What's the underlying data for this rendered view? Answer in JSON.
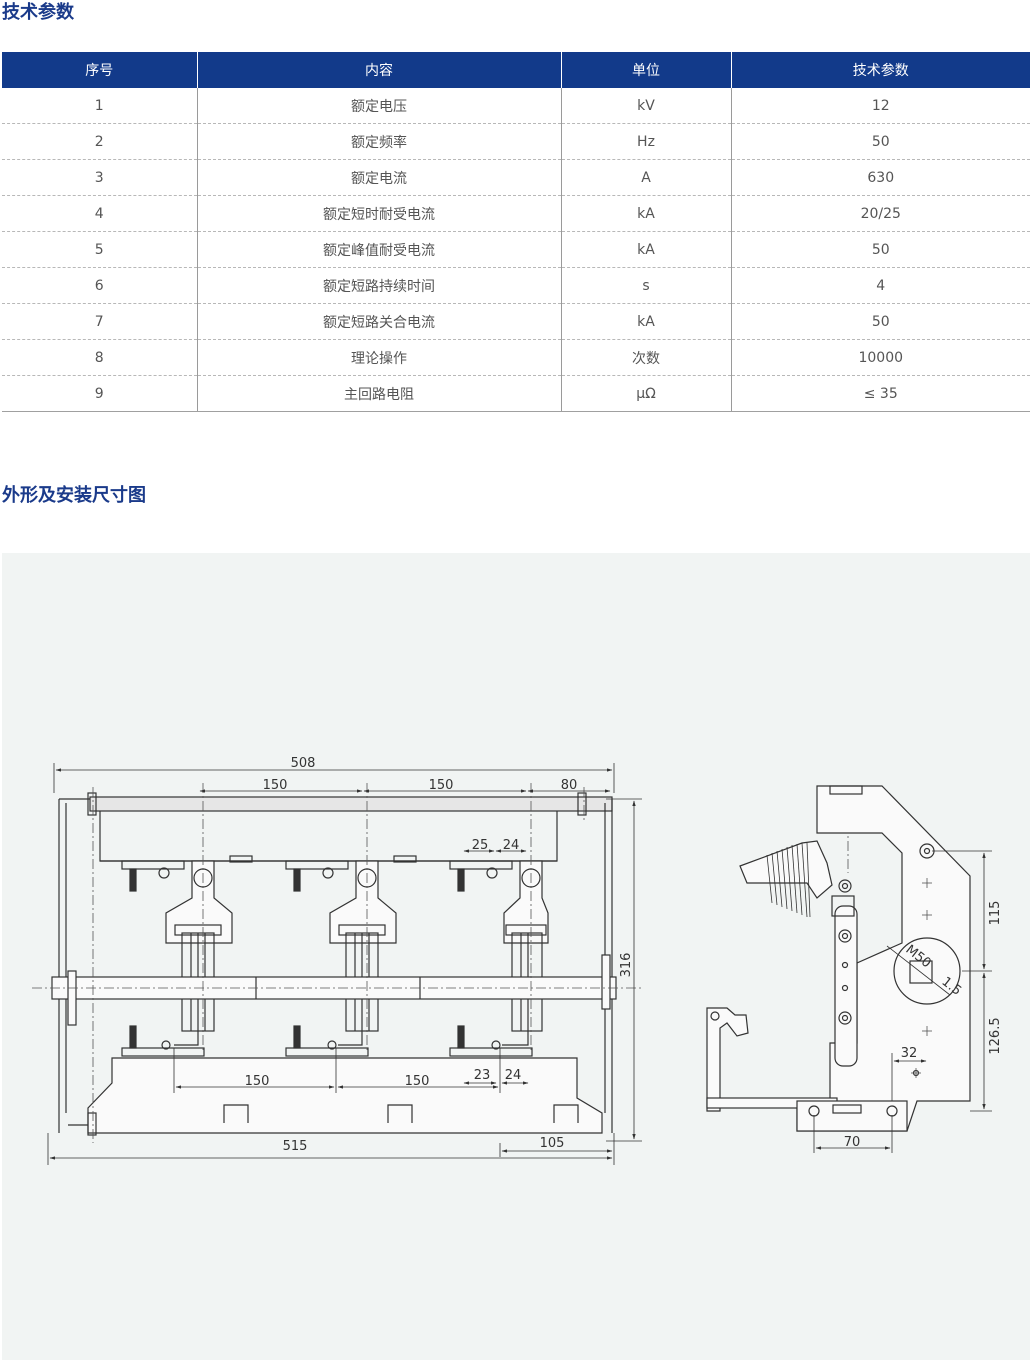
{
  "section_params": {
    "title": "技术参数"
  },
  "table": {
    "headers": [
      "序号",
      "内容",
      "单位",
      "技术参数"
    ],
    "rows": [
      [
        "1",
        "额定电压",
        "kV",
        "12"
      ],
      [
        "2",
        "额定频率",
        "Hz",
        "50"
      ],
      [
        "3",
        "额定电流",
        "A",
        "630"
      ],
      [
        "4",
        "额定短时耐受电流",
        "kA",
        "20/25"
      ],
      [
        "5",
        "额定峰值耐受电流",
        "kA",
        "50"
      ],
      [
        "6",
        "额定短路持续时间",
        "s",
        "4"
      ],
      [
        "7",
        "额定短路关合电流",
        "kA",
        "50"
      ],
      [
        "8",
        "理论操作",
        "次数",
        "10000"
      ],
      [
        "9",
        "主回路电阻",
        "μΩ",
        "≤ 35"
      ]
    ]
  },
  "section_drawing": {
    "title": "外形及安装尺寸图"
  },
  "drawing": {
    "front": {
      "dim_overall_top": "508",
      "dim_pitch_top_1": "150",
      "dim_pitch_top_2": "150",
      "dim_right_top": "80",
      "dim_small_25": "25",
      "dim_small_24_top": "24",
      "dim_height": "316",
      "dim_pitch_bottom_1": "150",
      "dim_pitch_bottom_2": "150",
      "dim_small_23": "23",
      "dim_small_24_bottom": "24",
      "dim_overall_bottom": "515",
      "dim_right_bottom": "105"
    },
    "side": {
      "dim_115": "115",
      "dim_126_5": "126.5",
      "dim_32": "32",
      "dim_70": "70",
      "label_m50": "M50",
      "label_1_5": "1.5"
    }
  },
  "colors": {
    "header_bg": "#123a8a",
    "title_color": "#1a3a8a",
    "panel_bg": "#f1f4f3"
  }
}
